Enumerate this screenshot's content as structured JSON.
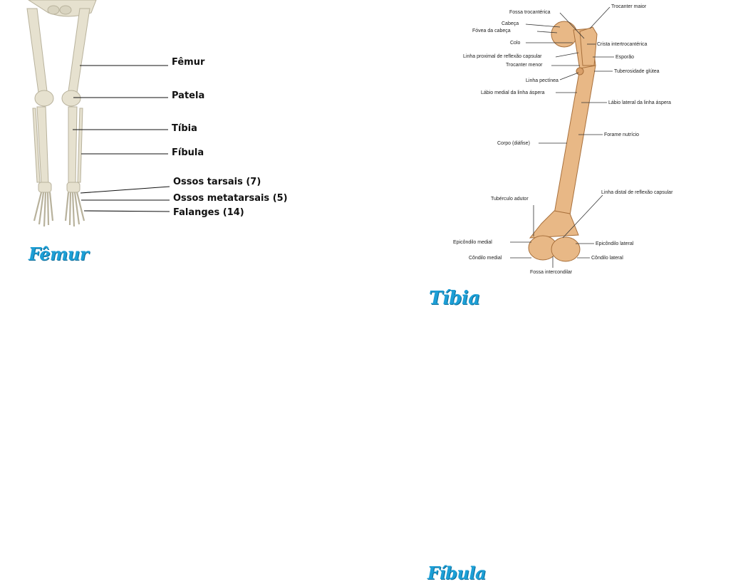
{
  "skeleton": {
    "labels": [
      "Fêmur",
      "Patela",
      "Tíbia",
      "Fíbula",
      "Ossos tarsais (7)",
      "Ossos metatarsais (5)",
      "Falanges (14)"
    ]
  },
  "femur_detail": {
    "labels": [
      "Trocanter maior",
      "Fossa trocantérica",
      "Cabeça",
      "Fóvea da cabeça",
      "Colo",
      "Crista intertrocantérica",
      "Linha proximal de reflexão capsular",
      "Esporão",
      "Trocanter menor",
      "Tuberosidade glútea",
      "Linha pectínea",
      "Lábio medial da linha áspera",
      "Lábio lateral da linha áspera",
      "Corpo (diáfise)",
      "Forame nutrício",
      "Tubérculo adutor",
      "Linha distal de reflexão capsular",
      "Epicôndilo medial",
      "Epicôndilo lateral",
      "Côndilo medial",
      "Côndilo lateral",
      "Fossa intercondilar"
    ]
  },
  "headings": {
    "femur": "Fêmur",
    "tibia": "Tíbia",
    "fibula": "Fíbula"
  },
  "colors": {
    "heading": "#1c9fd6",
    "bone_skeleton": "#e6e1cf",
    "bone_femur": "#e8b886"
  }
}
